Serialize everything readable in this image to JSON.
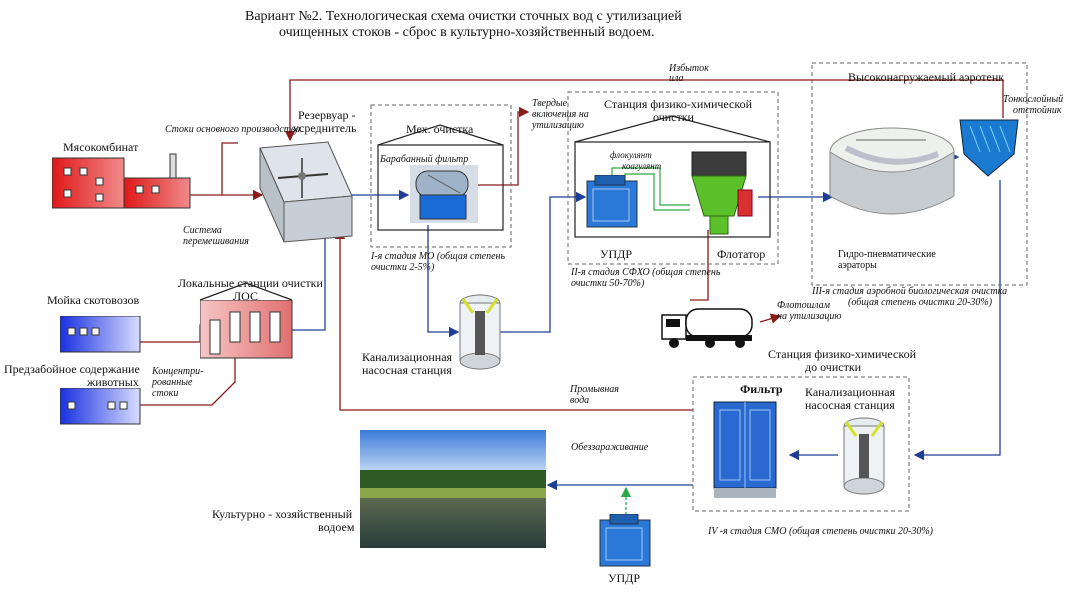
{
  "title": {
    "line1": "Вариант №2.  Технологическая схема очистки сточных вод с утилизацией",
    "line2": "очищенных стоков -  сброс в культурно-хозяйственный водоем."
  },
  "sources": {
    "meat_plant": "Мясокомбинат",
    "main_effluent": "Стоки основного производства",
    "truck_wash": "Мойка скотовозов",
    "pre_slaughter_line1": "Предзабойное содержание",
    "pre_slaughter_line2": "животных",
    "concentrated_line1": "Концентри-",
    "concentrated_line2": "рованные",
    "concentrated_line3": "стоки"
  },
  "los": {
    "line1": "Локальные станции очистки",
    "line2": "ЛОС"
  },
  "reservoir": {
    "line1": "Резервуар -",
    "line2": "усреднитель",
    "mixing_line1": "Система",
    "mixing_line2": "перемешивания"
  },
  "mech": {
    "title": "Мех. очистка",
    "drum": "Барабанный фильтр",
    "solids_line1": "Твердые",
    "solids_line2": "включения на",
    "solids_line3": "утилизацию",
    "stage_line1": "I-я стадия  МО  (общая степень",
    "stage_line2": "очистки 2-5%)"
  },
  "physchem": {
    "title_line1": "Станция физико-химической",
    "title_line2": "очистки",
    "flocculant": "флокулянт",
    "coagulant": "коагулянт",
    "updr": "УПДР",
    "flotator": "Флотатор",
    "stage_line1": "II-я стадия  СФХО  (общая степень",
    "stage_line2": "очистки 50-70%)"
  },
  "excess_sludge_line1": "Избыток",
  "excess_sludge_line2": "ила",
  "aerotank": {
    "title": "Высоконагружаемый аэротенк",
    "settler_line1": "Тонкослойный",
    "settler_line2": "отстойник",
    "aerators_line1": "Гидро-пневматические",
    "aerators_line2": "аэраторы",
    "stage_line1": "III-я стадия аэробной биологическая очистка",
    "stage_line2": "(общая степень очистки 20-30%)"
  },
  "flotosludge_line1": "Флотошлам",
  "flotosludge_line2": "на утилизацию",
  "pump1_line1": "Канализационная",
  "pump1_line2": "насосная станция",
  "post": {
    "title_line1": "Станция физико-химической",
    "title_line2": "до очистки",
    "filter": "Фильтр",
    "pump_line1": "Канализационная",
    "pump_line2": "насосная станция",
    "stage": "IV -я стадия СМО (общая степень очистки 20-30%)"
  },
  "wash_water_line1": "Промывная",
  "wash_water_line2": "вода",
  "disinfection": "Обеззараживание",
  "updr2": "УПДР",
  "reservoir_final_line1": "Культурно - хозяйственный",
  "reservoir_final_line2": "водоем",
  "colors": {
    "flow": "#1f3f96",
    "sludge": "#8b1a1a",
    "green": "#2aa84a",
    "building_red": "#d02a2a",
    "building_blue": "#2b3fd6"
  }
}
